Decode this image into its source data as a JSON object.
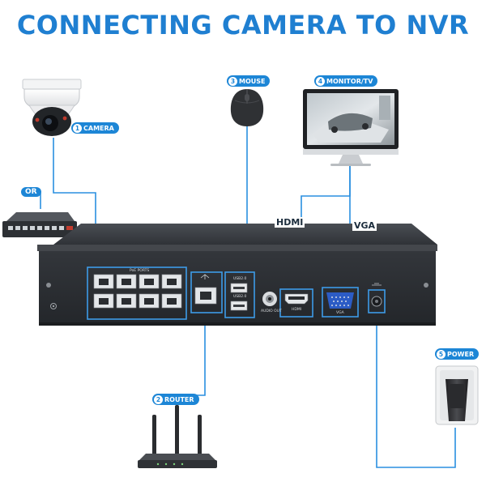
{
  "title": "CONNECTING CAMERA TO NVR",
  "callouts": {
    "camera": {
      "number": "1",
      "label": "CAMERA"
    },
    "router": {
      "number": "2",
      "label": "ROUTER"
    },
    "mouse": {
      "number": "3",
      "label": "MOUSE"
    },
    "monitor": {
      "number": "4",
      "label": "MONITOR/TV"
    },
    "power": {
      "number": "5",
      "label": "POWER"
    }
  },
  "or_label": "OR",
  "port_labels": {
    "hdmi": "HDMI",
    "vga": "VGA",
    "poe_ports": "PoE PORTS",
    "usb2": "USB2.0",
    "usb1": "USB2.0",
    "audio_out": "AUDIO OUT",
    "vga_small": "VGA",
    "hdmi_small": "HDMI"
  },
  "colors": {
    "accent": "#1d86d6",
    "cable": "#2a8fe0",
    "nvr_body": "#3a3d42",
    "nvr_panel": "#2d3035",
    "port_highlight": "#3d9be8"
  },
  "icons": [
    "dome-camera-icon",
    "network-switch-icon",
    "mouse-icon",
    "monitor-icon",
    "router-icon",
    "power-adapter-icon",
    "nvr-device-icon"
  ]
}
